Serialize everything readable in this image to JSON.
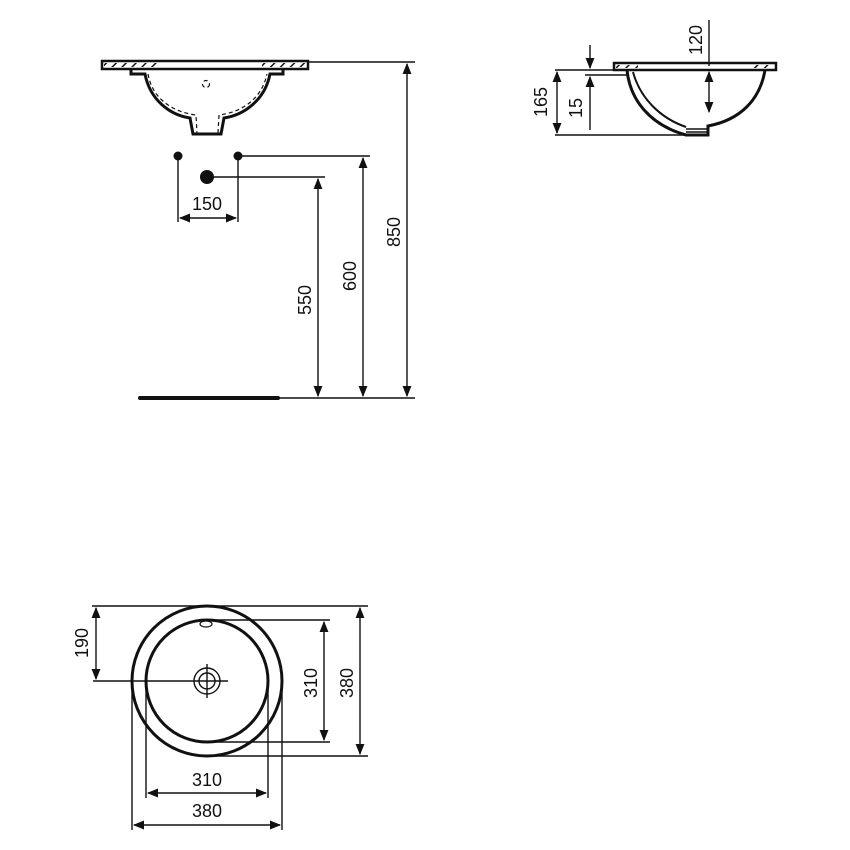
{
  "drawing": {
    "type": "technical-drawing",
    "subject": "round undermount basin",
    "views": {
      "front_elevation": {
        "dimensions": {
          "tap_spacing": "150",
          "waste_height": "550",
          "supply_height": "600",
          "rim_height": "850"
        }
      },
      "side_section": {
        "dimensions": {
          "depth": "120",
          "total_height": "165",
          "rim_offset": "15"
        }
      },
      "plan_view": {
        "dimensions": {
          "center_offset": "190",
          "inner_depth": "310",
          "outer_depth": "380",
          "inner_width": "310",
          "outer_width": "380"
        }
      }
    },
    "colors": {
      "line": "#111111",
      "background": "#ffffff"
    }
  }
}
